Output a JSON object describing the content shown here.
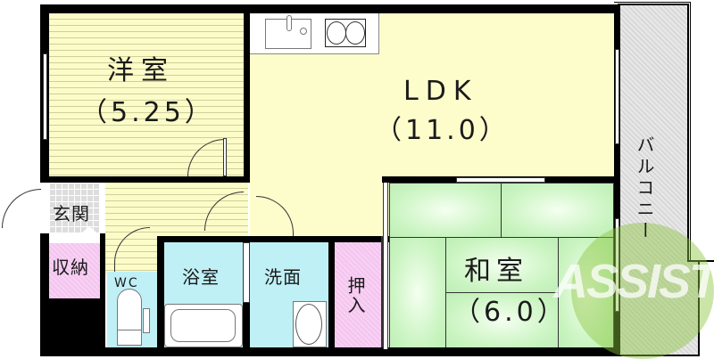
{
  "floor_plan": {
    "rooms": {
      "western_room": {
        "name": "洋室",
        "size": "（5.25）"
      },
      "ldk": {
        "name": "LDK",
        "size": "（11.0）"
      },
      "japanese_room": {
        "name": "和室",
        "size": "（6.0）"
      },
      "entrance": {
        "name": "玄関"
      },
      "storage": {
        "name": "収納"
      },
      "wc": {
        "name": "WC"
      },
      "bathroom": {
        "name": "浴室"
      },
      "washroom": {
        "name": "洗面"
      },
      "closet": {
        "name": "押入"
      },
      "balcony": {
        "name": "バルコニー"
      }
    },
    "watermark": {
      "text": "ASSIST",
      "color": "#8cc63f"
    },
    "colors": {
      "flooring": "#fcfcc8",
      "ldk": "#fdfdcc",
      "tatami": "#c9f4c0",
      "wet_area": "#bff0f6",
      "storage": "#f5c6f0",
      "balcony": "#e6e6e6",
      "wall": "#000000"
    }
  }
}
